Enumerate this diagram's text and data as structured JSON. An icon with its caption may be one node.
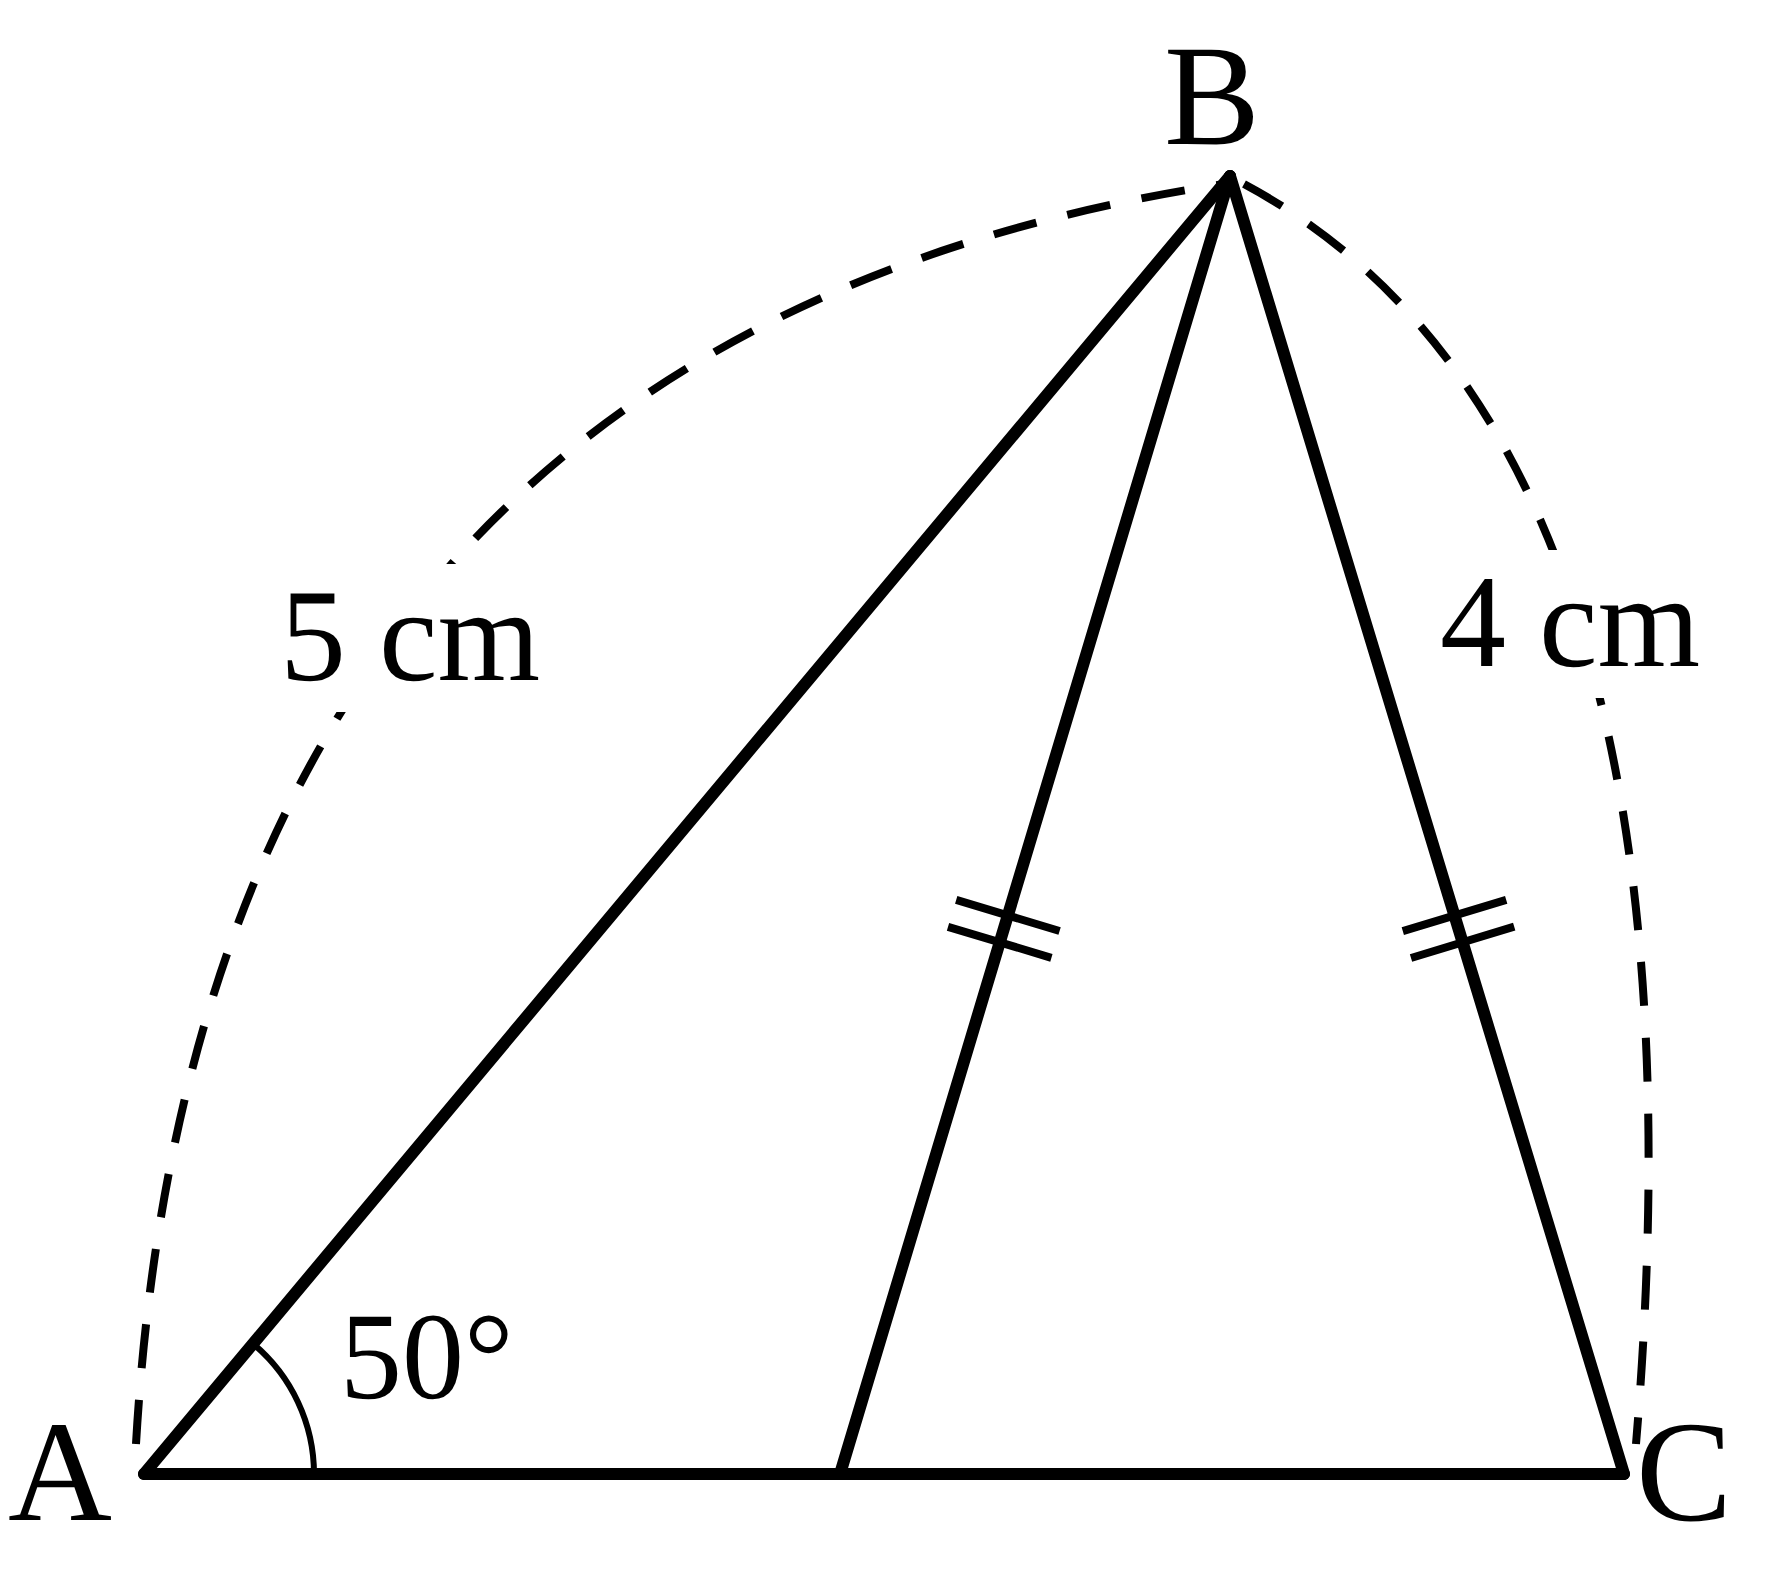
{
  "diagram": {
    "nodes": [
      {
        "text": [
          "A"
        ]
      },
      {
        "text": [
          "B"
        ]
      },
      {
        "text": [
          "C"
        ]
      }
    ],
    "edges": [
      {
        "from": 0,
        "to": 1,
        "arrow": "none"
      },
      {
        "from": 1,
        "to": 2,
        "arrow": "none"
      },
      {
        "from": 0,
        "to": 2,
        "arrow": "none"
      },
      {
        "from": 1,
        "to": null,
        "arrow": "none"
      }
    ],
    "labels": [
      "5 cm",
      "4 cm",
      "50°"
    ]
  }
}
